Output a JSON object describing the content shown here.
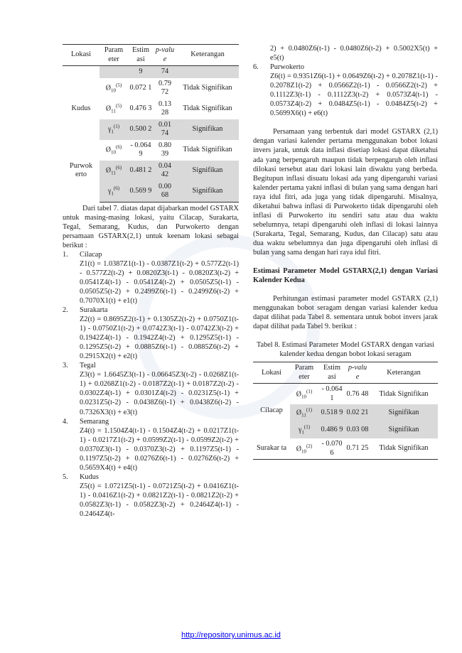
{
  "table7": {
    "headers": [
      "Lokasi",
      "Param eter",
      "Estim asi",
      "p-valu e",
      "Keterangan"
    ],
    "top_row": {
      "estimasi": "9",
      "pvalue": "74"
    },
    "rows": [
      {
        "lokasi": "Kudus",
        "param_base": "Ø",
        "param_sub": "10",
        "param_sup": "(5)",
        "estimasi": "0.072 1",
        "pvalue": "0.79 72",
        "keterangan": "Tidak Signifikan",
        "shade": false
      },
      {
        "lokasi": "",
        "param_base": "Ø",
        "param_sub": "11",
        "param_sup": "(5)",
        "estimasi": "0.476 3",
        "pvalue": "0.13 28",
        "keterangan": "Tidak Signifikan",
        "shade": false
      },
      {
        "lokasi": "",
        "param_base": "γ",
        "param_sub": "1",
        "param_sup": "(1)",
        "estimasi": "0.500 2",
        "pvalue": "0.01 74",
        "keterangan": "Signifikan",
        "shade": true
      },
      {
        "lokasi": "Purwok erto",
        "param_base": "Ø",
        "param_sub": "10",
        "param_sup": "(6)",
        "estimasi": "- 0.064 9",
        "pvalue": "0.80 39",
        "keterangan": "Tidak Signifikan",
        "shade": false
      },
      {
        "lokasi": "",
        "param_base": "Ø",
        "param_sub": "11",
        "param_sup": "(6)",
        "estimasi": "0.481 2",
        "pvalue": "0.04 42",
        "keterangan": "Signifikan",
        "shade": true
      },
      {
        "lokasi": "",
        "param_base": "γ",
        "param_sub": "1",
        "param_sup": "(6)",
        "estimasi": "0.569 9",
        "pvalue": "0.00 68",
        "keterangan": "Signifikan",
        "shade": true
      }
    ]
  },
  "left_intro": "Dari tabel 7. diatas dapat dijabarkan model GSTARX untuk masing-masing lokasi, yaitu Cilacap, Surakarta, Tegal, Semarang, Kudus, dan Purwokerto dengan persamaan GSTARX(2,1) untuk keenam lokasi sebagai berikut :",
  "equations": [
    {
      "num": "1.",
      "name": "Cilacap",
      "text": "Z1(t) = 1.0387Z1(t-1) - 0.0387Z1(t-2) + 0.577Z2(t-1) - 0.577Z2(t-2) + 0.0820Z3(t-1) - 0.0820Z3(t-2) + 0.0541Z4(t-1) - 0.0541Z4(t-2) + 0.0505Z5(t-1) - 0.0505Z5(t-2) + 0.2499Z6(t-1) - 0.2499Z6(t-2) + 0.7070X1(t) + e1(t)"
    },
    {
      "num": "2.",
      "name": "Surakarta",
      "text": "Z2(t) = 0.8695Z2(t-1) + 0.1305Z2(t-2) + 0.0750Z1(t-1) - 0.0750Z1(t-2) + 0.0742Z3(t-1) - 0.0742Z3(t-2) + 0.1942Z4(t-1) - 0.1942Z4(t-2) + 0.1295Z5(t-1) - 0.1295Z5(t-2) + 0.0885Z6(t-1) - 0.0885Z6(t-2) + 0.2915X2(t) + e2(t)"
    },
    {
      "num": "3.",
      "name": "Tegal",
      "text": "Z3(t) = 1.6645Z3(t-1) - 0.06645Z3(t-2) - 0.0268Z1(t-1) + 0.0268Z1(t-2) - 0.0187Z2(t-1) + 0.0187Z2(t-2) - 0.0302Z4(t-1) + 0.0301Z4(t-2) - 0.0231Z5(t-1) + 0.0231Z5(t-2) - 0.0438Z6(t-1) + 0.0438Z6(t-2) - 0.7326X3(t) + e3(t)"
    },
    {
      "num": "4.",
      "name": "Semarang",
      "text": "Z4(t) = 1.1504Z4(t-1) - 0.1504Z4(t-2) + 0.0217Z1(t-1) - 0.0217Z1(t-2) + 0.0599Z2(t-1) - 0.0599Z2(t-2) + 0.0370Z3(t-1) - 0.0370Z3(t-2) + 0.1197Z5(t-1) - 0.1197Z5(t-2) + 0.0276Z6(t-1) - 0.0276Z6(t-2) + 0.5659X4(t) + e4(t)"
    },
    {
      "num": "5.",
      "name": "Kudus",
      "text": "Z5(t) = 1.0721Z5(t-1) - 0.0721Z5(t-2) + 0.0416Z1(t-1) - 0.0416Z1(t-2) + 0.0821Z2(t-1) - 0.0821Z2(t-2) + 0.0582Z3(t-1) - 0.0582Z3(t-2) + 0.2464Z4(t-1) - 0.2464Z4(t-"
    }
  ],
  "right_continuation": "2) + 0.0480Z6(t-1) - 0.0480Z6(t-2) + 0.5002X5(t) + e5(t)",
  "equation6": {
    "num": "6.",
    "name": "Purwokerto",
    "text": "Z6(t) = 0.9351Z6(t-1) + 0.0649Z6(t-2) + 0.2078Z1(t-1) - 0.2078Z1(t-2) + 0.0566Z2(t-1) - 0.0566Z2(t-2) + 0.1112Z3(t-1) - 0.1112Z3(t-2) + 0.0573Z4(t-1) - 0.0573Z4(t-2) + 0.0484Z5(t-1) - 0.0484Z5(t-2) + 0.5699X6(t) + e6(t)"
  },
  "para_persamaan": "Persamaan yang terbentuk dari model GSTARX (2,1) dengan variasi kalender pertama menggunakan bobot lokasi invers jarak, untuk data inflasi disetiap lokasi dapat diketahui ada yang berpengaruh maupun tidak berpengaruh oleh inflasi dilokasi tersebut atau dari lokasi lain diwaktu yang berbeda. Begitupun inflasi disuatu lokasi ada yang dipengaruhi variasi kalender pertama yakni inflasi di bulan yang sama dengan hari raya idul fitri, ada juga yang tidak dipengaruhi. Misalnya, diketahui bahwa inflasi di Purwokerto tidak dipengaruhi oleh inflasi di Purwokerto itu sendiri satu atau dua waktu sebelumnya, tetapi dipengaruhi oleh inflasi di lokasi lainnya (Surakarta, Tegal, Semarang, Kudus, dan Cilacap) satu atau dua waktu sebelumnya dan juga dipengaruhi oleh inflasi di bulan yang sama dengan hari raya idul fitri.",
  "heading": "Estimasi Parameter Model GSTARX(2,1) dengan Variasi Kalender Kedua",
  "para_perhitungan": "Perhitungan estimasi parameter model GSTARX (2,1) menggunakan bobot seragam dengan variasi kalender kedua dapat dilihat pada Tabel 8. sementara untuk bobot invers jarak dapat dilihat pada Tabel 9. berikut :",
  "table8": {
    "caption": "Tabel 8. Estimasi Parameter Model GSTARX dengan variasi kalender kedua dengan bobot lokasi seragam",
    "headers": [
      "Lokasi",
      "Param eter",
      "Estim asi",
      "p-valu e",
      "Keterangan"
    ],
    "rows": [
      {
        "lokasi": "Cilacap",
        "param_base": "Ø",
        "param_sub": "10",
        "param_sup": "(1)",
        "estimasi": "- 0.064 1",
        "pvalue": "0.76 48",
        "keterangan": "Tidak Signifikan",
        "shade": false
      },
      {
        "lokasi": "",
        "param_base": "Ø",
        "param_sub": "11",
        "param_sup": "(1)",
        "estimasi": "0.518 9",
        "pvalue": "0.02 21",
        "keterangan": "Signifikan",
        "shade": true
      },
      {
        "lokasi": "",
        "param_base": "γ",
        "param_sub": "1",
        "param_sup": "(1)",
        "estimasi": "0.486 9",
        "pvalue": "0.03 08",
        "keterangan": "Signifikan",
        "shade": true
      },
      {
        "lokasi": "Surakar ta",
        "param_base": "Ø",
        "param_sub": "10",
        "param_sup": "(2)",
        "estimasi": "- 0.070 6",
        "pvalue": "0.71 25",
        "keterangan": "Tidak Signifikan",
        "shade": false
      }
    ]
  },
  "footer_link": "http://repository.unimus.ac.id"
}
